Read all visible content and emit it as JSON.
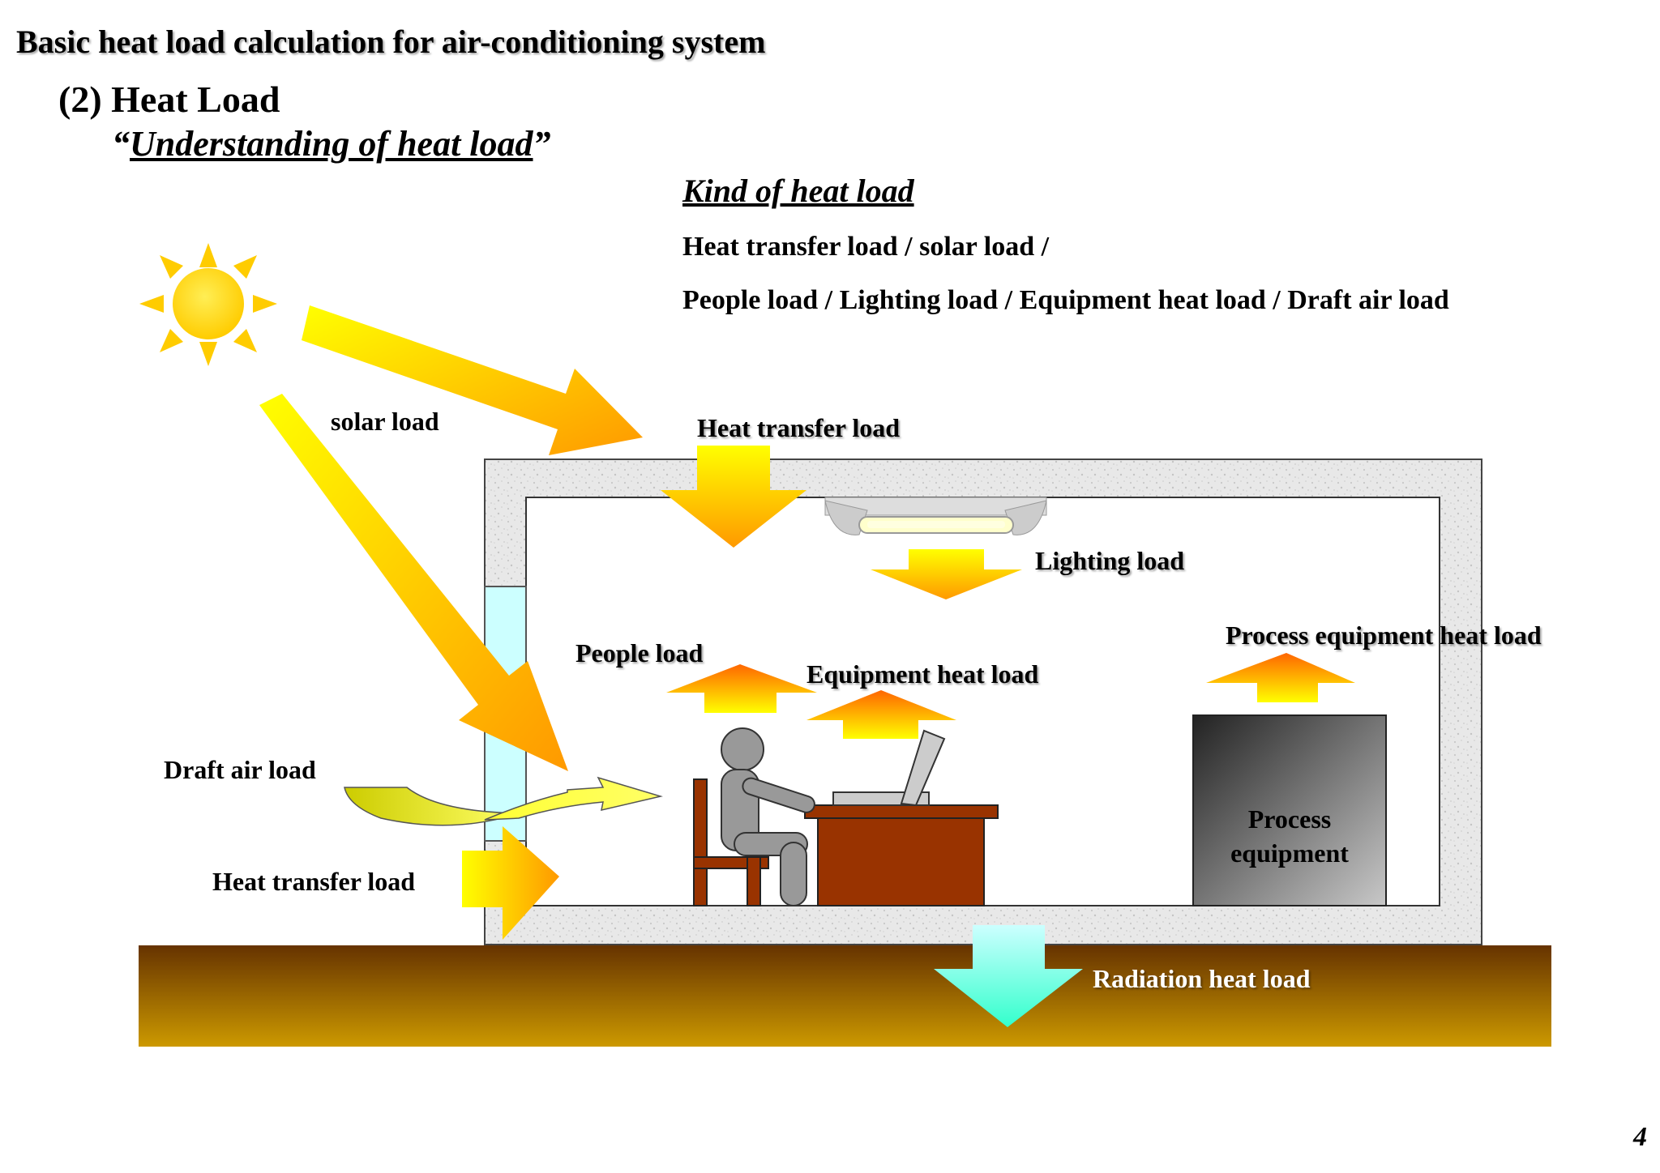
{
  "header": {
    "doc_title": "Basic heat load calculation for air-conditioning system",
    "section_title": "(2) Heat Load",
    "subtitle_open": "“",
    "subtitle_text": "Understanding of heat load",
    "subtitle_close": "”"
  },
  "kinds": {
    "heading": "Kind of heat load",
    "line1": "Heat transfer load / solar load /",
    "line2": "People load / Lighting load / Equipment heat load / Draft air load"
  },
  "labels": {
    "solar": "solar load",
    "heat_transfer_top": "Heat transfer load",
    "lighting": "Lighting load",
    "people": "People load",
    "equipment": "Equipment heat load",
    "process_load": "Process equipment heat load",
    "draft": "Draft air load",
    "heat_transfer_side": "Heat transfer load",
    "radiation": "Radiation heat load",
    "process_box": "Process equipment"
  },
  "page_number": "4",
  "colors": {
    "sun": "#FFCC00",
    "arrow_yellow": "#FFFF00",
    "arrow_orange": "#FF9900",
    "wall": "#E6E6E6",
    "window": "#CCFFFF",
    "desk": "#993300",
    "ground_top": "#663300",
    "ground_bottom": "#CC9900",
    "radiation_arrow": "#66FFCC",
    "person": "#999999"
  }
}
